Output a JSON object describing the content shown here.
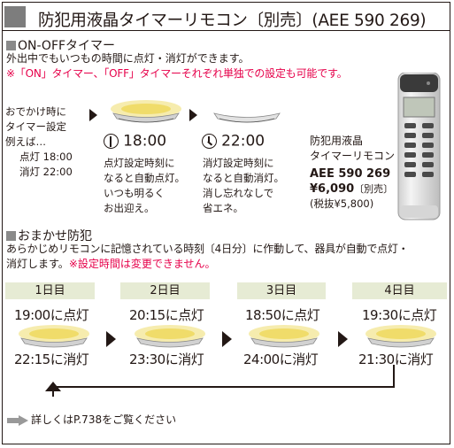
{
  "header": {
    "title": "防犯用液晶タイマーリモコン〔別売〕(AEE 590 269)"
  },
  "onoff": {
    "heading": "ON-OFFタイマー",
    "desc": "外出中でもいつもの時間に点灯・消灯ができます。",
    "note": "※「ON」タイマー、「OFF」タイマーそれぞれ単独での設定も可能です。",
    "example_lines": [
      "おでかけ時に",
      "タイマー設定",
      "例えば…"
    ],
    "example_on": "点灯 18:00",
    "example_off": "消灯 22:00",
    "on_time": "18:00",
    "off_time": "22:00",
    "on_desc": [
      "点灯設定時刻に",
      "なると自動点灯。",
      "いつも明るく",
      "お出迎え。"
    ],
    "off_desc": [
      "消灯設定時刻に",
      "なると自動消灯。",
      "消し忘れなしで",
      "省エネ。"
    ]
  },
  "product": {
    "name_lines": [
      "防犯用液晶",
      "タイマーリモコン"
    ],
    "code": "AEE 590 269",
    "price": "¥6,090",
    "price_note": "〔別売〕",
    "tax_note": "(税抜¥5,800)"
  },
  "omakase": {
    "heading": "おまかせ防犯",
    "desc_lines": [
      "あらかじめリモコンに記憶されている時刻〔4日分〕に作動して、器具が自動で点灯・",
      "消灯します。"
    ],
    "note": "※設定時間は変更できません。",
    "days": [
      {
        "label": "1日目",
        "on": "19:00に点灯",
        "off": "22:15に消灯"
      },
      {
        "label": "2日目",
        "on": "20:15に点灯",
        "off": "23:30に消灯"
      },
      {
        "label": "3日目",
        "on": "18:50に点灯",
        "off": "24:00に消灯"
      },
      {
        "label": "4日目",
        "on": "19:30に点灯",
        "off": "21:30に消灯"
      }
    ]
  },
  "footer": {
    "ref": "詳しくはP.738をご覧ください"
  },
  "colors": {
    "accent_red": "#e6004a",
    "day_header_bg": "#e6ebd4",
    "lamp_glow": "#f3e89a"
  }
}
